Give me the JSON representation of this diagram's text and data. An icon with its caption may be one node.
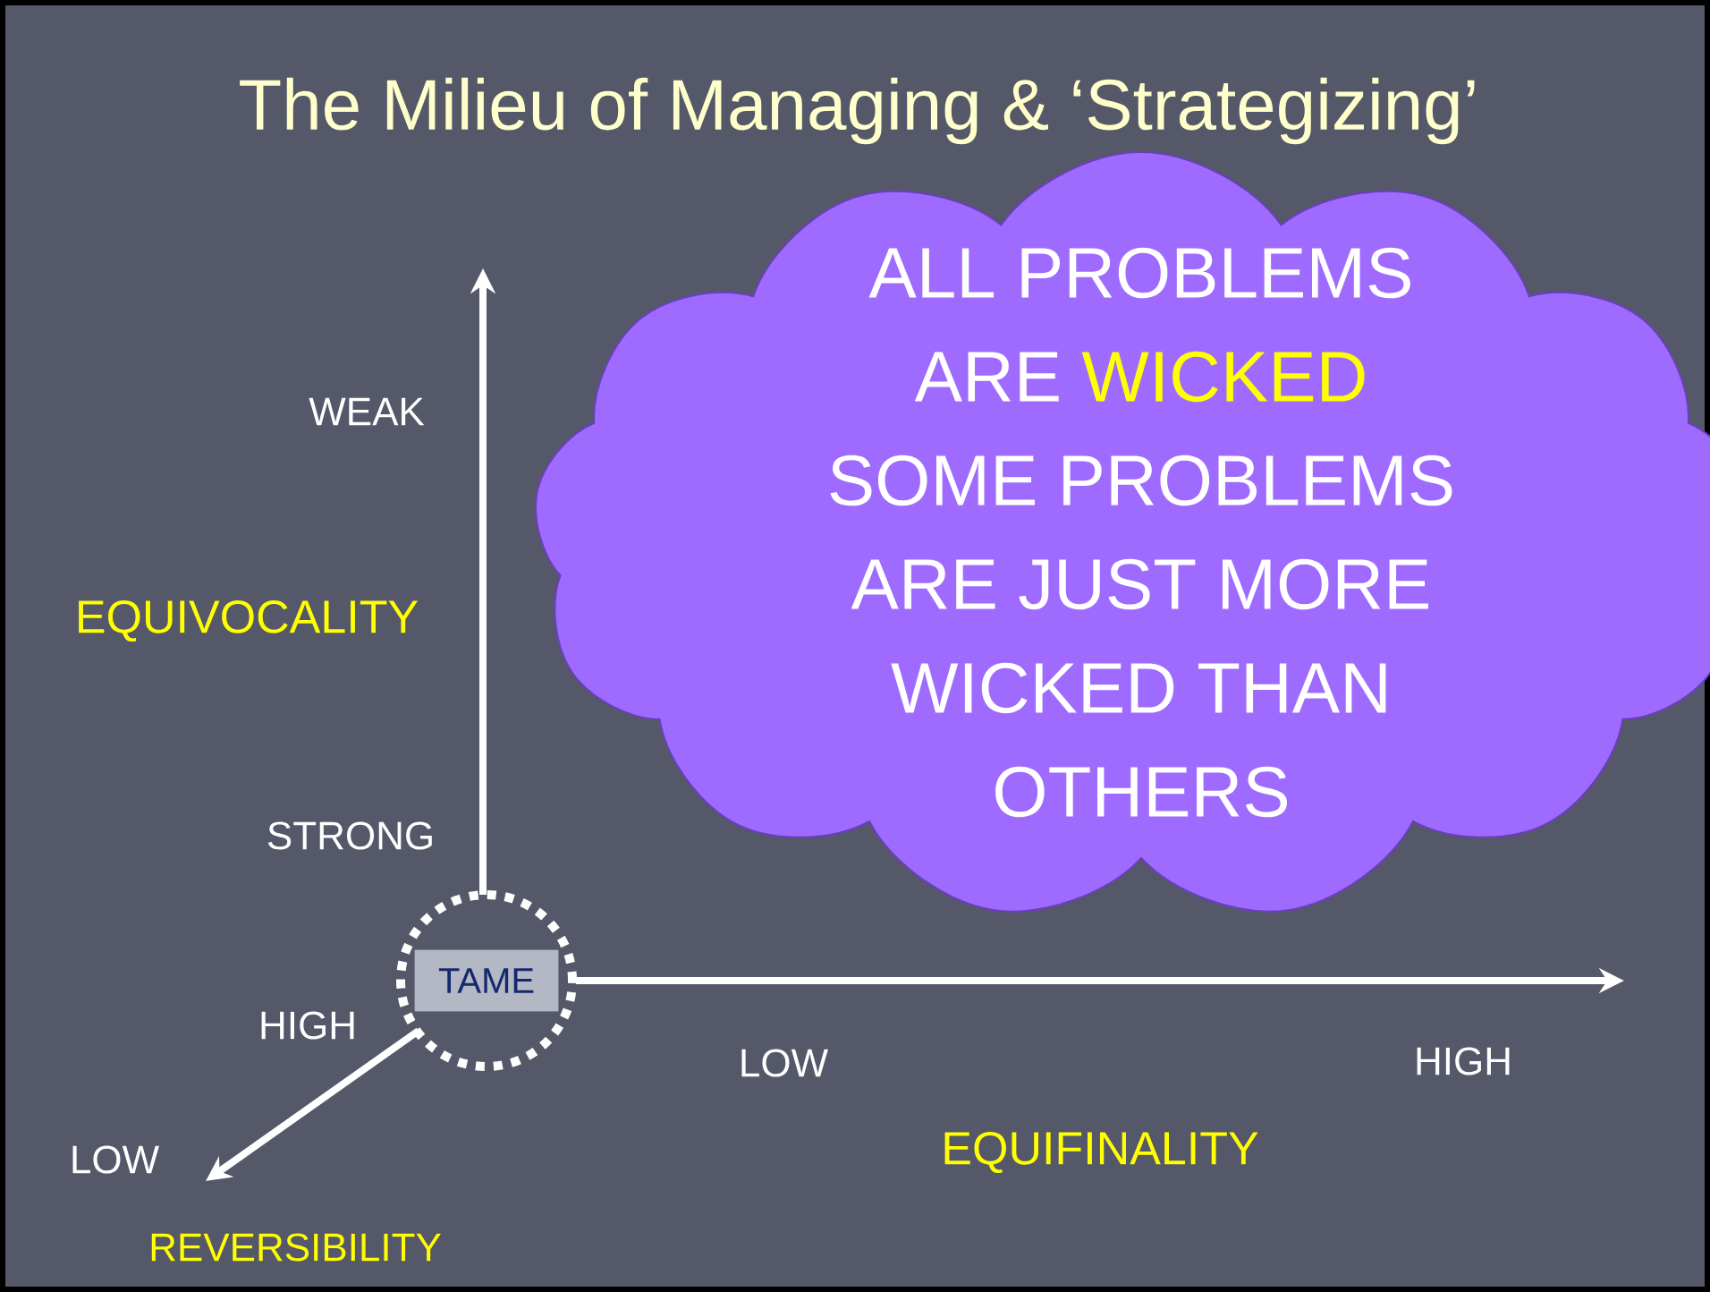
{
  "diagram": {
    "title": "The Milieu of Managing & ‘Strategizing’",
    "nodes": [
      {
        "text": [],
        "shape": "circle"
      },
      {
        "text": [
          "TAME"
        ],
        "in": 0
      },
      {
        "text": [
          "ALL PROBLEMS ARE",
          "WICKED",
          "SOME PROBLEMS ARE JUST MORE WICKED THAN OTHERS"
        ]
      }
    ],
    "labels": [
      "WEAK",
      "EQUIVOCALITY",
      "STRONG",
      "HIGH",
      "LOW",
      "HIGH",
      "LOW",
      "EQUIFINALITY",
      "REVERSIBILITY"
    ]
  }
}
